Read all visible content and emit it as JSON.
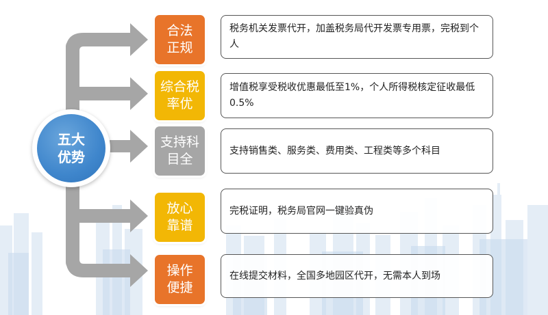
{
  "hub": {
    "line1": "五大",
    "line2": "优势",
    "color": "#3f86cc"
  },
  "items": [
    {
      "tag_line1": "合法",
      "tag_line2": "正规",
      "color": "#e8742a",
      "description": "税务机关发票代开，加盖税务局代开发票专用票，完税到个人"
    },
    {
      "tag_line1": "综合税",
      "tag_line2": "率优",
      "color": "#f2b705",
      "description": "增值税享受税收优惠最低至1%，个人所得税核定征收最低0.5%"
    },
    {
      "tag_line1": "支持科",
      "tag_line2": "目全",
      "color": "#a6a6a6",
      "description": "支持销售类、服务类、费用类、工程类等多个科目"
    },
    {
      "tag_line1": "放心",
      "tag_line2": "靠谱",
      "color": "#f2b705",
      "description": "完税证明，税务局官网一键验真伪"
    },
    {
      "tag_line1": "操作",
      "tag_line2": "便捷",
      "color": "#e8742a",
      "description": "在线提交材料，全国多地园区代开，无需本人到场"
    }
  ],
  "arrow_color": "#a6a6a6"
}
